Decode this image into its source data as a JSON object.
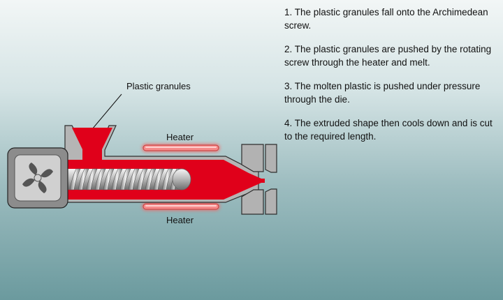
{
  "labels": {
    "plastic_granules": "Plastic granules",
    "heater_top": "Heater",
    "heater_bottom": "Heater"
  },
  "steps": [
    {
      "text": "1. The plastic granules fall onto the Archimedean screw."
    },
    {
      "text": "2. The plastic granules are pushed by the rotating screw through the heater and melt."
    },
    {
      "text": "3. The molten plastic is pushed under pressure through the die."
    },
    {
      "text": "4. The extruded shape then cools down and is cut to the required length."
    }
  ],
  "colors": {
    "molten_plastic": "#e0001a",
    "heater_glow": "#f06a6a",
    "casing": "#b4b4b4",
    "casing_stroke": "#2e2e2e"
  },
  "icons": {
    "motor": "fan-motor-icon",
    "screw": "archimedean-screw-icon"
  }
}
